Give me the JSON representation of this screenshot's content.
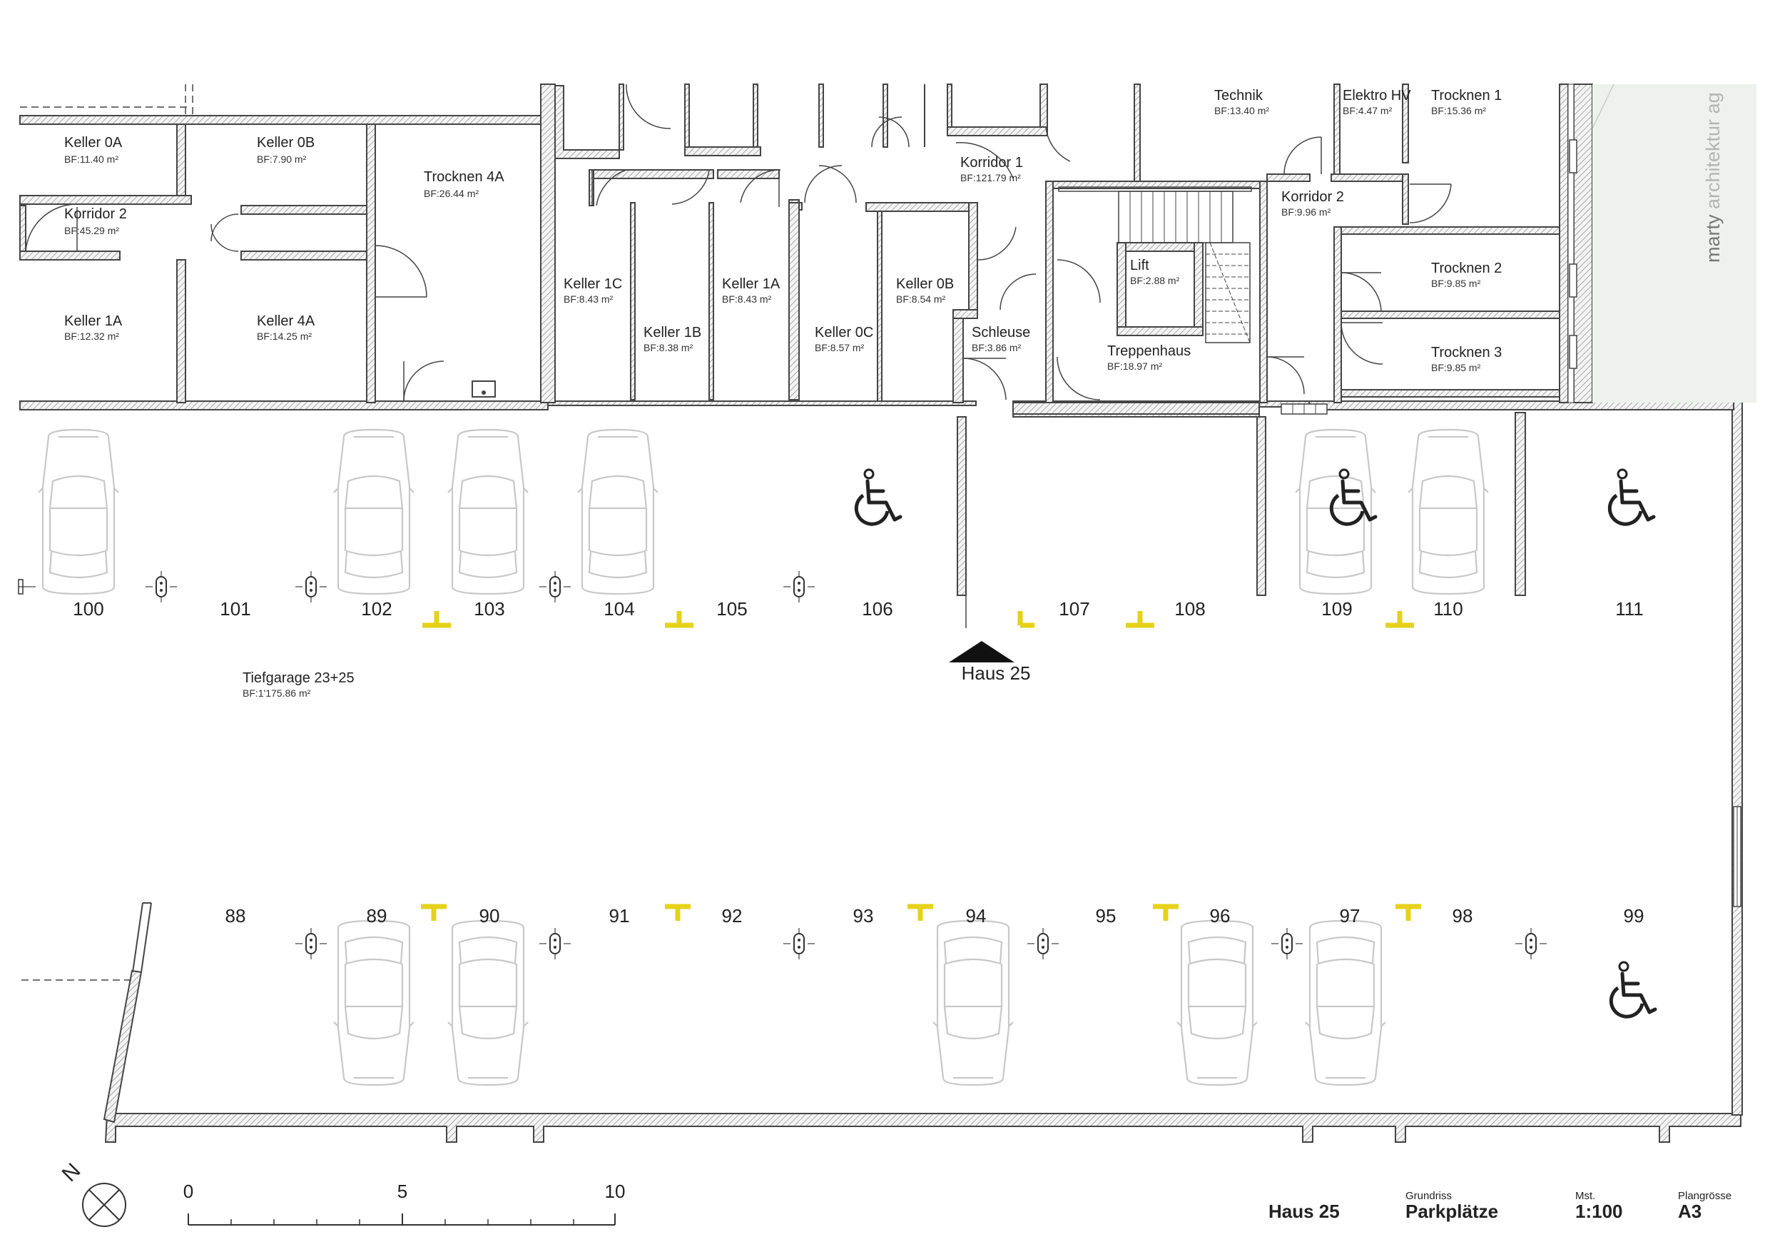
{
  "rooms": {
    "keller_0a": {
      "name": "Keller 0A",
      "area": "BF:11.40 m²"
    },
    "keller_0b_w": {
      "name": "Keller 0B",
      "area": "BF:7.90 m²"
    },
    "trocknen_4a": {
      "name": "Trocknen 4A",
      "area": "BF:26.44 m²"
    },
    "korridor_2_w": {
      "name": "Korridor 2",
      "area": "BF:45.29 m²"
    },
    "keller_1a_w": {
      "name": "Keller 1A",
      "area": "BF:12.32 m²"
    },
    "keller_4a": {
      "name": "Keller 4A",
      "area": "BF:14.25 m²"
    },
    "keller_1c": {
      "name": "Keller 1C",
      "area": "BF:8.43 m²"
    },
    "keller_1b": {
      "name": "Keller 1B",
      "area": "BF:8.38 m²"
    },
    "keller_1a_m": {
      "name": "Keller 1A",
      "area": "BF:8.43 m²"
    },
    "keller_0c": {
      "name": "Keller 0C",
      "area": "BF:8.57 m²"
    },
    "keller_0b_m": {
      "name": "Keller 0B",
      "area": "BF:8.54 m²"
    },
    "korridor_1": {
      "name": "Korridor 1",
      "area": "BF:121.79 m²"
    },
    "schleuse": {
      "name": "Schleuse",
      "area": "BF:3.86 m²"
    },
    "lift": {
      "name": "Lift",
      "area": "BF:2.88 m²"
    },
    "treppenhaus": {
      "name": "Treppenhaus",
      "area": "BF:18.97 m²"
    },
    "technik": {
      "name": "Technik",
      "area": "BF:13.40 m²"
    },
    "elektro_hv": {
      "name": "Elektro HV",
      "area": "BF:4.47 m²"
    },
    "trocknen_1": {
      "name": "Trocknen 1",
      "area": "BF:15.36 m²"
    },
    "korridor_2_e": {
      "name": "Korridor 2",
      "area": "BF:9.96 m²"
    },
    "trocknen_2": {
      "name": "Trocknen 2",
      "area": "BF:9.85 m²"
    },
    "trocknen_3": {
      "name": "Trocknen 3",
      "area": "BF:9.85 m²"
    },
    "tiefgarage": {
      "name": "Tiefgarage 23+25",
      "area": "BF:1'175.86 m²"
    }
  },
  "parking_top": [
    "100",
    "101",
    "102",
    "103",
    "104",
    "105",
    "106",
    "107",
    "108",
    "109",
    "110",
    "111"
  ],
  "parking_bottom": [
    "88",
    "89",
    "90",
    "91",
    "92",
    "93",
    "94",
    "95",
    "96",
    "97",
    "98",
    "99"
  ],
  "entrance_label": "Haus 25",
  "firm": {
    "part1": "marty",
    "part2": " architektur ag"
  },
  "scale_bar": {
    "ticks": [
      "0",
      "5",
      "10"
    ]
  },
  "north_label": "N",
  "title_block": {
    "project": "Haus 25",
    "plan_type_label": "Grundriss",
    "plan_type": "Parkplätze",
    "scale_label": "Mst.",
    "scale": "1:100",
    "size_label": "Plangrösse",
    "size": "A3"
  },
  "colors": {
    "marking_yellow": "#e6d21a",
    "wall": "#444444",
    "car_outline": "#c8c8c8"
  },
  "icons": [
    "wheelchair-icon",
    "north-arrow-icon",
    "car-icon",
    "entrance-arrow-icon"
  ]
}
